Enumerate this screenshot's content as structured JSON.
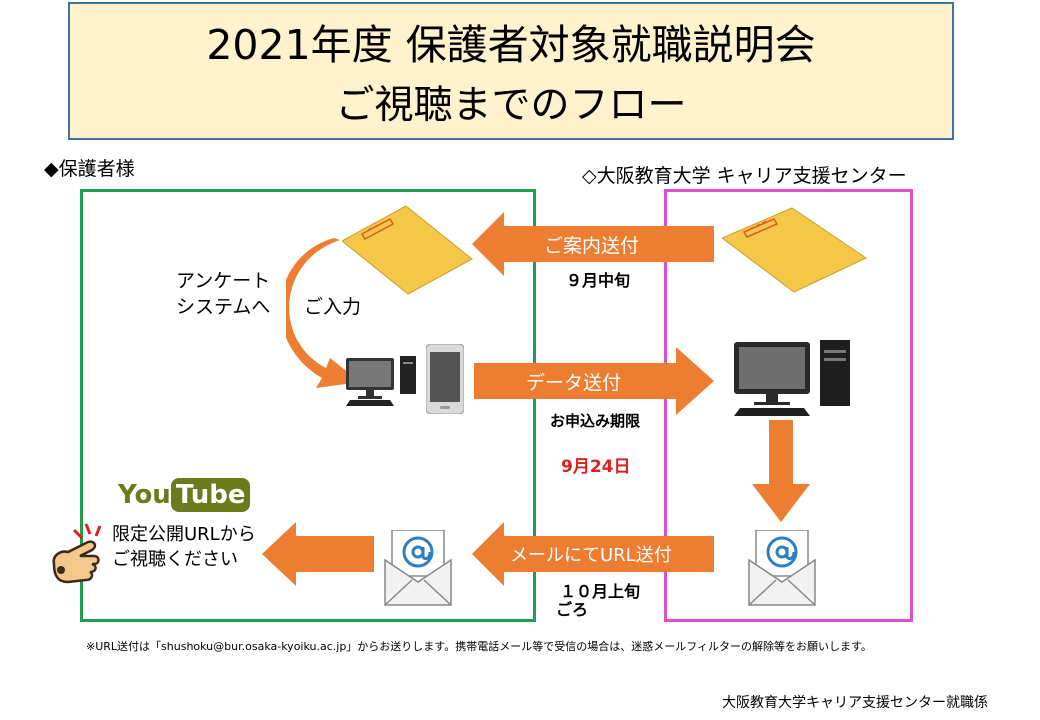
{
  "title": {
    "line1": "2021年度 保護者対象就職説明会",
    "line2": "ご視聴までのフロー"
  },
  "guardian": {
    "heading": "◆保護者様"
  },
  "center": {
    "heading": "◇大阪教育大学 キャリア支援センター"
  },
  "steps": {
    "invite": {
      "label": "ご案内送付",
      "timing": "９月中旬"
    },
    "survey": {
      "label_line1": "アンケート",
      "label_line2": "システムへ",
      "label_input": "ご入力"
    },
    "data": {
      "label": "データ送付",
      "deadline_label": "お申込み期限",
      "deadline_date": "9月24日"
    },
    "mail": {
      "label": "メールにてURL送付",
      "timing_line1": "１０月上旬",
      "timing_line2": "ごろ"
    },
    "watch": {
      "logo": "YouTube",
      "logo_you": "You",
      "logo_tube": "Tube",
      "line1": "限定公開URLから",
      "line2": "ご視聴ください"
    }
  },
  "icons": {
    "envelope": "envelope-icon",
    "computer": "desktop-computer-icon",
    "phone": "smartphone-icon",
    "email": "email-at-icon",
    "pointing": "pointing-hand-icon"
  },
  "colors": {
    "arrow": "#ED7D31",
    "guardian_border": "#1E9E4E",
    "center_border": "#E04FC8",
    "title_bg": "#FFF2CC",
    "title_border": "#41719C",
    "deadline": "#E02020"
  },
  "footnote": "※URL送付は「shushoku@bur.osaka-kyoiku.ac.jp」からお送りします。携帯電話メール等で受信の場合は、迷惑メールフィルターの解除等をお願いします。",
  "footer": "大阪教育大学キャリア支援センター就職係"
}
